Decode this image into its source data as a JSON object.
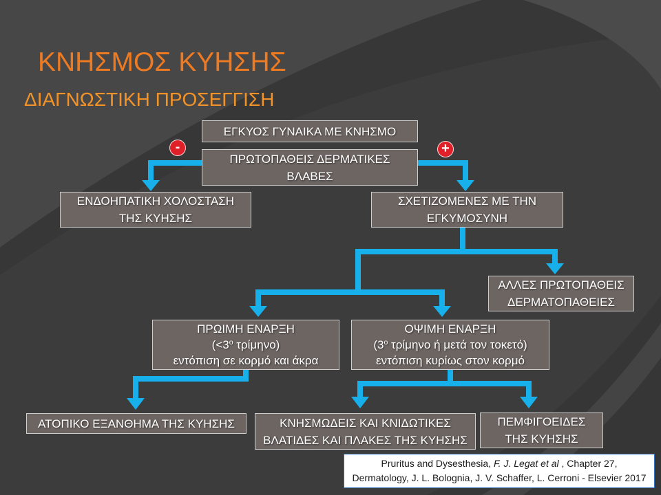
{
  "slide": {
    "title": "ΚΝΗΣΜΟΣ ΚΥΗΣΗΣ",
    "subtitle": "ΔΙΑΓΝΩΣΤΙΚΗ ΠΡΟΣΕΓΓΙΣΗ"
  },
  "colors": {
    "background": "#3c3c3c",
    "title": "#ee7a22",
    "subtitle": "#f2932a",
    "box_fill": "#6d6562",
    "box_text": "#ffffff",
    "arrow": "#17b0ea",
    "sign_badge": "#e02028",
    "reference_border": "#2f6fbf"
  },
  "flowchart": {
    "start": {
      "lines": [
        "ΕΓΚΥΟΣ ΓΥΝΑΙΚΑ ΜΕ ΚΝΗΣΜΟ"
      ]
    },
    "decision": {
      "lines": [
        "ΠΡΩΤΟΠΑΘΕΙΣ ΔΕΡΜΑΤΙΚΕΣ",
        "ΒΛΑΒΕΣ"
      ]
    },
    "negative_sign": "-",
    "positive_sign": "+",
    "cholestasis": {
      "lines": [
        "ΕΝΔΟΗΠΑΤΙΚΗ ΧΟΛΟΣΤΑΣΗ",
        "ΤΗΣ ΚΥΗΣΗΣ"
      ]
    },
    "pregnancy_related": {
      "lines": [
        "ΣΧΕΤΙΖΟΜΕΝΕΣ ΜΕ ΤΗΝ",
        "ΕΓΚΥΜΟΣΥΝΗ"
      ]
    },
    "other_primary": {
      "lines": [
        "ΑΛΛΕΣ ΠΡΩΤΟΠΑΘΕΙΣ",
        "ΔΕΡΜΑΤΟΠΑΘΕΙΕΣ"
      ]
    },
    "early_onset": {
      "heading": "ΠΡΩΙΜΗ ΕΝΑΡΞΗ",
      "timing": {
        "before": "(<3",
        "superscript": "ο",
        "after": " τρίμηνο)"
      },
      "location": "εντόπιση σε κορμό και άκρα"
    },
    "late_onset": {
      "heading": "ΟΨΙΜΗ ΕΝΑΡΞΗ",
      "timing": {
        "before": "(3",
        "superscript": "ο",
        "after": " τρίμηνο ή μετά τον τοκετό)"
      },
      "location": "εντόπιση κυρίως στον κορμό"
    },
    "atopic_eruption": {
      "lines": [
        "ΑΤΟΠΙΚΟ ΕΞΑΝΘΗΜΑ ΤΗΣ ΚΥΗΣΗΣ"
      ]
    },
    "pruritic_urticarial": {
      "lines": [
        "ΚΝΗΣΜΩΔΕΙΣ ΚΑΙ ΚΝΙΔΩΤΙΚΕΣ",
        "ΒΛΑΤΙΔΕΣ ΚΑΙ ΠΛΑΚΕΣ ΤΗΣ ΚΥΗΣΗΣ"
      ]
    },
    "pemphigoid": {
      "lines": [
        "ΠΕΜΦΙΓΟΕΙΔΕΣ",
        "ΤΗΣ ΚΥΗΣΗΣ"
      ]
    }
  },
  "reference": {
    "line1": {
      "before": "Pruritus and Dysesthesia, ",
      "authors": "F. J. Legat et al",
      "after": " , Chapter 27,"
    },
    "line2": "Dermatology, J. L. Bolognia, J. V. Schaffer, L. Cerroni - Elsevier 2017"
  }
}
